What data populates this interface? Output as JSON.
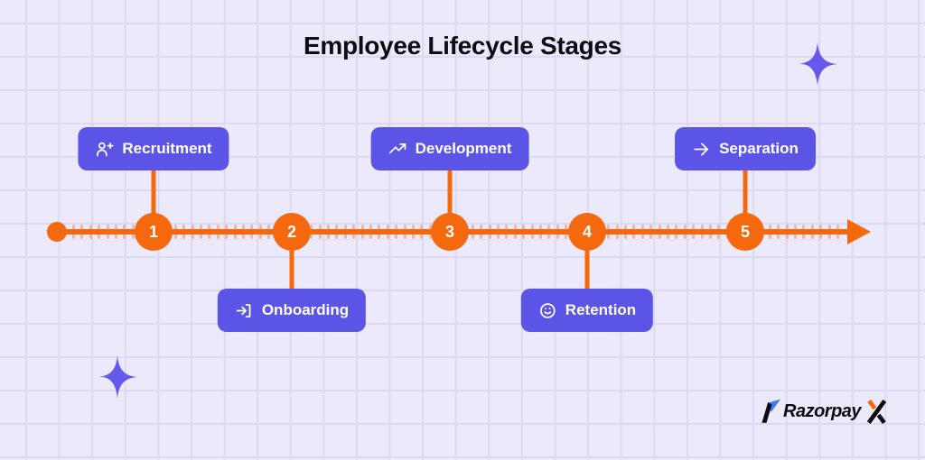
{
  "title": "Employee Lifecycle Stages",
  "stages": [
    {
      "number": "1",
      "label": "Recruitment",
      "icon": "user-plus-icon",
      "position": "above"
    },
    {
      "number": "2",
      "label": "Onboarding",
      "icon": "log-in-icon",
      "position": "below"
    },
    {
      "number": "3",
      "label": "Development",
      "icon": "trending-up-icon",
      "position": "above"
    },
    {
      "number": "4",
      "label": "Retention",
      "icon": "smile-icon",
      "position": "below"
    },
    {
      "number": "5",
      "label": "Separation",
      "icon": "arrow-right-icon",
      "position": "above"
    }
  ],
  "logo": {
    "text": "Razorpay",
    "suffix": "X"
  },
  "decorations": [
    "sparkle-top-right",
    "sparkle-bottom-left"
  ],
  "colors": {
    "background": "#ECEAFA",
    "grid_line": "#DDD8F4",
    "timeline_orange": "#F4690D",
    "stage_box_purple": "#5C54E6",
    "sparkle_purple": "#6459EA",
    "title_text": "#0D0C12",
    "logo_blue": "#3D7BF7",
    "logo_black": "#0B0B10"
  }
}
